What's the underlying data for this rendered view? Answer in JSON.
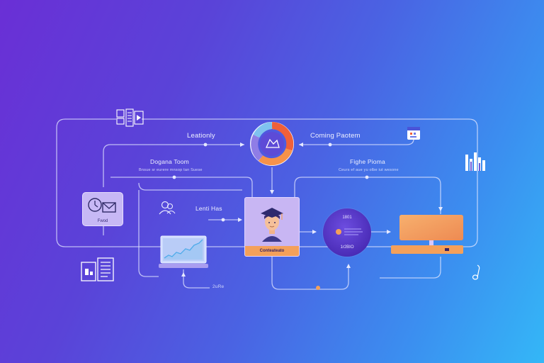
{
  "labels": {
    "top_left": "Leationly",
    "top_right": "Coming Paotem",
    "mid_left_title": "Dogana Toom",
    "mid_left_sub": "Bnsue sr eurere mnsop tan Suese",
    "mid_right_title": "Fighe Pioma",
    "mid_right_sub": "Ceurs ef aue yu olbe iut wesone",
    "student_link": "Lenti Has",
    "mail_caption": "Fwod",
    "student_caption": "Conteateato",
    "disc_top": "1801",
    "disc_bottom": "1r2BIO",
    "bottom_loop": "2uRe"
  },
  "colors": {
    "accent_orange": "#f4a05a",
    "accent_red": "#f0603a",
    "card_lilac": "#c8b6f3",
    "wire": "#e1e6ff"
  },
  "icons": [
    "document-stack-icon",
    "calendar-icon",
    "bar-chart-icon",
    "mail-icon",
    "clock-icon",
    "user-group-icon",
    "graduate-avatar-icon",
    "report-icon",
    "music-note-icon",
    "trend-chart-icon"
  ]
}
